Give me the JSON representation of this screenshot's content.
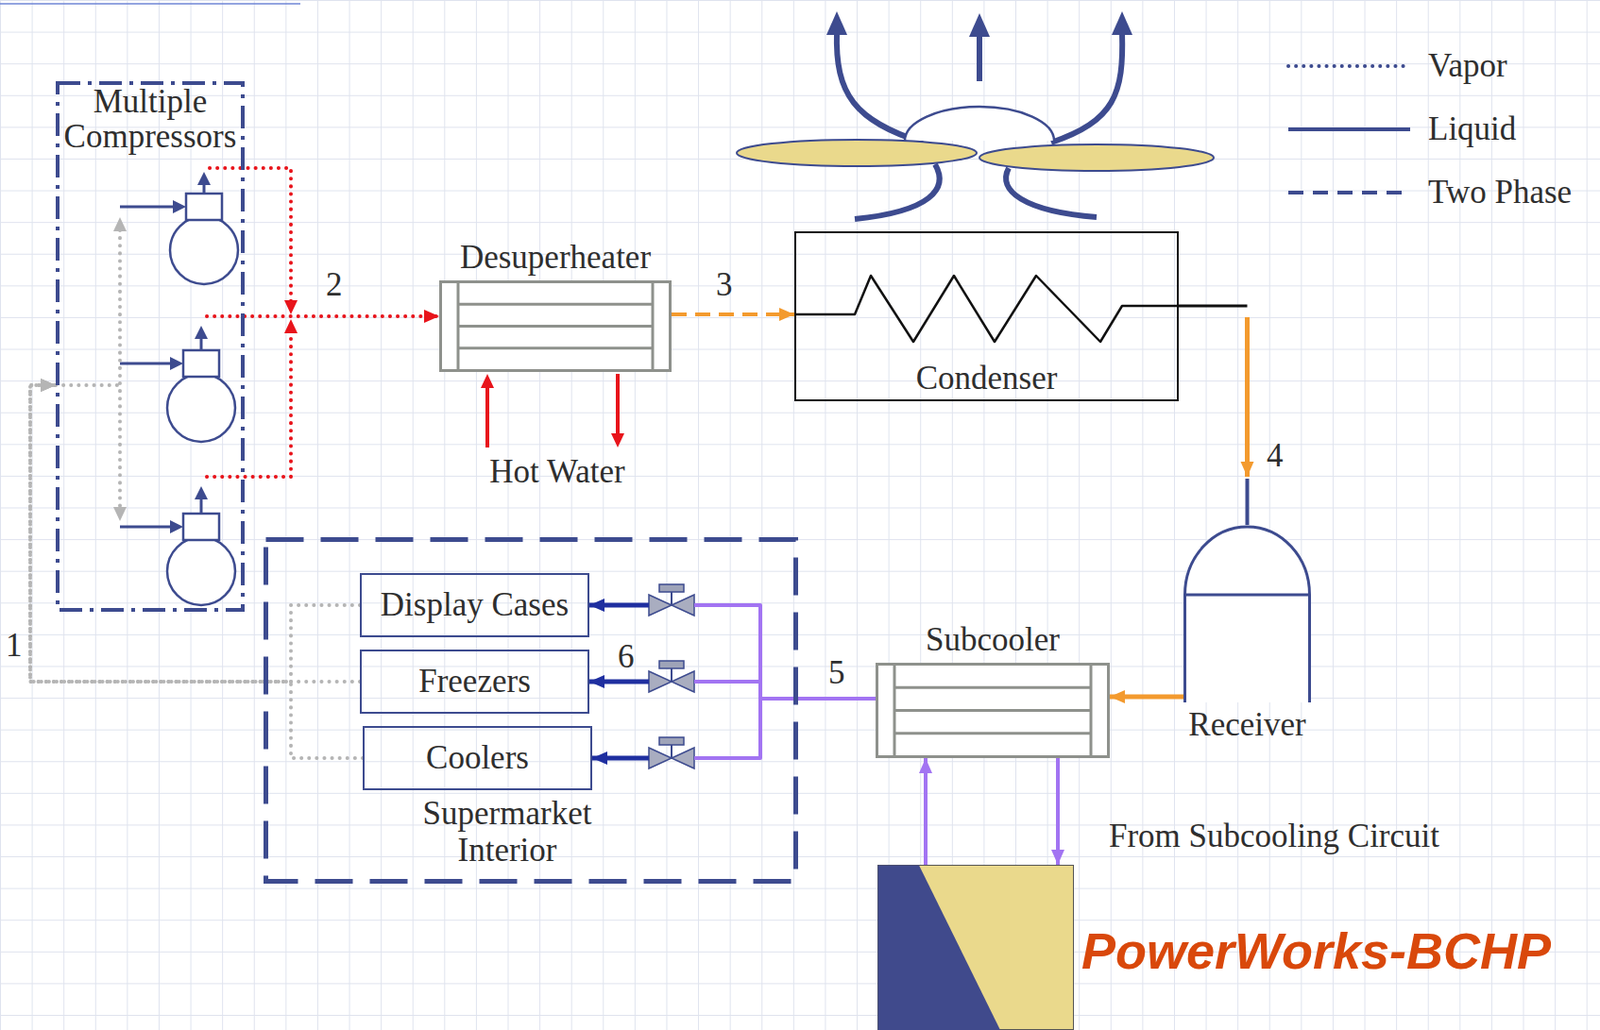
{
  "diagram": {
    "nodes": [
      {
        "text": [
          "Multiple Compressors"
        ]
      },
      {
        "text": [
          "Desuperheater"
        ]
      },
      {
        "text": [
          "Condenser"
        ]
      },
      {
        "text": [
          "Receiver"
        ]
      },
      {
        "text": [
          "Supermarket Interior"
        ]
      },
      {
        "text": [
          "Display Cases"
        ],
        "in": 4
      },
      {
        "text": [
          "Freezers"
        ],
        "in": 4
      },
      {
        "text": [
          "Coolers"
        ],
        "in": 4
      },
      {
        "text": [
          "Subcooler"
        ]
      },
      {
        "text": [
          "PowerWorks-BCHP"
        ]
      }
    ],
    "edges": [
      {
        "from": 0,
        "to": 1,
        "arrow": "to"
      },
      {
        "from": 1,
        "to": 2,
        "arrow": "to"
      },
      {
        "from": 2,
        "to": 3,
        "arrow": "to"
      },
      {
        "from": 3,
        "to": 8,
        "arrow": "to"
      },
      {
        "from": 8,
        "to": 5,
        "arrow": "to"
      },
      {
        "from": 8,
        "to": 6,
        "arrow": "to"
      },
      {
        "from": 8,
        "to": 7,
        "arrow": "to"
      },
      {
        "from": 5,
        "to": 0,
        "arrow": "to"
      },
      {
        "from": 6,
        "to": 0,
        "arrow": "to"
      },
      {
        "from": 7,
        "to": 0,
        "arrow": "to"
      },
      {
        "from": 9,
        "to": 8,
        "arrow": "to"
      },
      {
        "from": 8,
        "to": 9,
        "arrow": "to"
      }
    ],
    "labels": [
      "1",
      "2",
      "3",
      "4",
      "5",
      "6",
      "Hot Water",
      "From Subcooling Circuit"
    ],
    "legend": [
      {
        "text": "Vapor"
      },
      {
        "text": "Liquid"
      },
      {
        "text": "Two Phase"
      }
    ]
  }
}
